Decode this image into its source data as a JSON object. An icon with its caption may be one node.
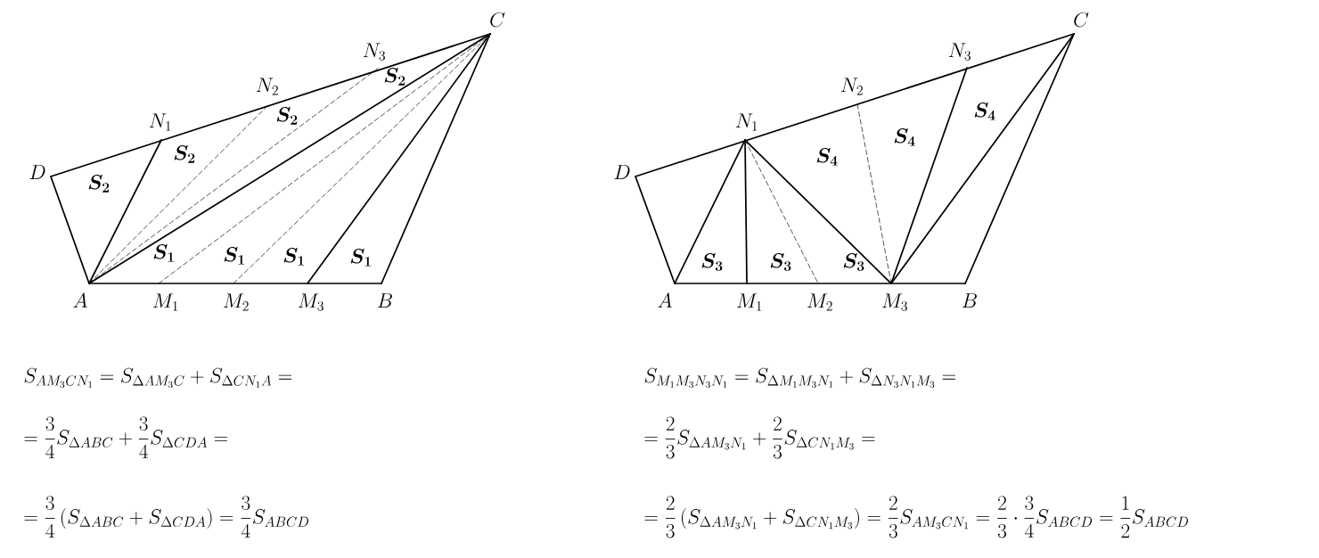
{
  "diagram": {
    "labels": [
      "C",
      "N_3",
      "N_2",
      "N_1",
      "D",
      "A",
      "M_1",
      "M_2",
      "M_3",
      "B",
      "\\boldsymbol{S_2}",
      "\\boldsymbol{S_2}",
      "\\boldsymbol{S_2}",
      "\\boldsymbol{S_2}",
      "\\boldsymbol{S_1}",
      "\\boldsymbol{S_1}",
      "\\boldsymbol{S_1}",
      "\\boldsymbol{S_1}",
      "C",
      "N_3",
      "N_2",
      "N_1",
      "D",
      "A",
      "M_1",
      "M_2",
      "M_3",
      "B",
      "\\boldsymbol{S_4}",
      "\\boldsymbol{S_4}",
      "\\boldsymbol{S_4}",
      "\\boldsymbol{S_3}",
      "\\boldsymbol{S_3}",
      "\\boldsymbol{S_3}",
      "S_{AM_3CN_1}=S_{\\Delta AM_3C}+S_{\\Delta CN_1A}=",
      "=\\frac{3}{4}S_{\\Delta ABC}+\\frac{3}{4}S_{\\Delta CDA}=",
      "=\\frac{3}{4}\\left(S_{\\Delta ABC}+S_{\\Delta CDA}\\right)=\\frac{3}{4}S_{ABCD}",
      "S_{M_1M_3N_3N_1}=S_{\\Delta M_1M_3N_1}+S_{\\Delta N_3N_1M_3}=",
      "=\\frac{2}{3}S_{\\Delta AM_3N_1}+\\frac{2}{3}S_{\\Delta CN_1M_3}=",
      "=\\frac{2}{3}\\left(S_{\\Delta AM_3N_1}+S_{\\Delta CN_1M_3}\\right)=\\frac{2}{3}S_{AM_3CN_1}=\\frac{2}{3}\\cdot\\frac{3}{4}S_{ABCD}=\\frac{1}{2}S_{ABCD}"
    ]
  }
}
